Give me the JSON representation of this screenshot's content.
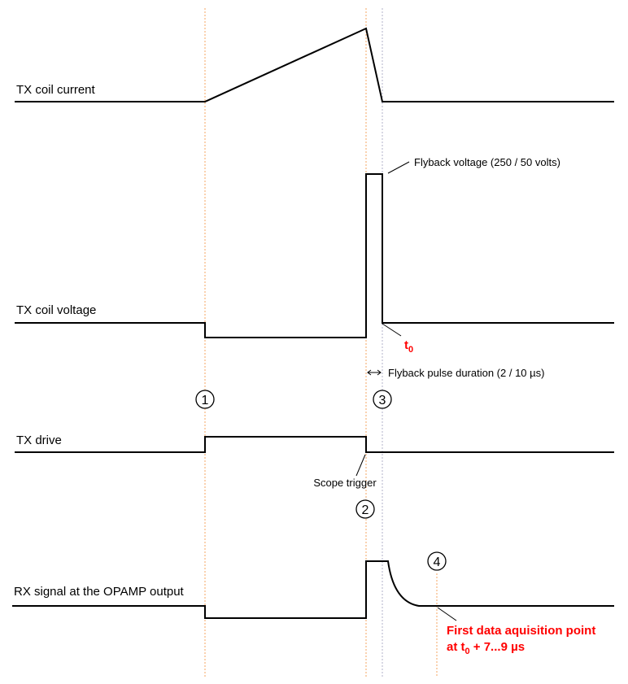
{
  "signals": [
    {
      "label": "TX coil current"
    },
    {
      "label": "TX coil voltage"
    },
    {
      "label": "TX drive"
    },
    {
      "label": "RX signal at the OPAMP output"
    }
  ],
  "annotations": {
    "flyback_voltage": "Flyback voltage (250 / 50 volts)",
    "t0_main": "t",
    "t0_sub": "0",
    "flyback_duration": "Flyback pulse duration (2 / 10 µs)",
    "scope_trigger": "Scope trigger",
    "acq_line1": "First data aquisition point",
    "acq_line2_prefix": "at t",
    "acq_line2_sub": "0",
    "acq_line2_suffix": " + 7...9 µs"
  },
  "markers": [
    "1",
    "2",
    "3",
    "4"
  ],
  "colors": {
    "guide": "#f4a460",
    "highlight": "#ff0000",
    "wave": "#000000"
  }
}
